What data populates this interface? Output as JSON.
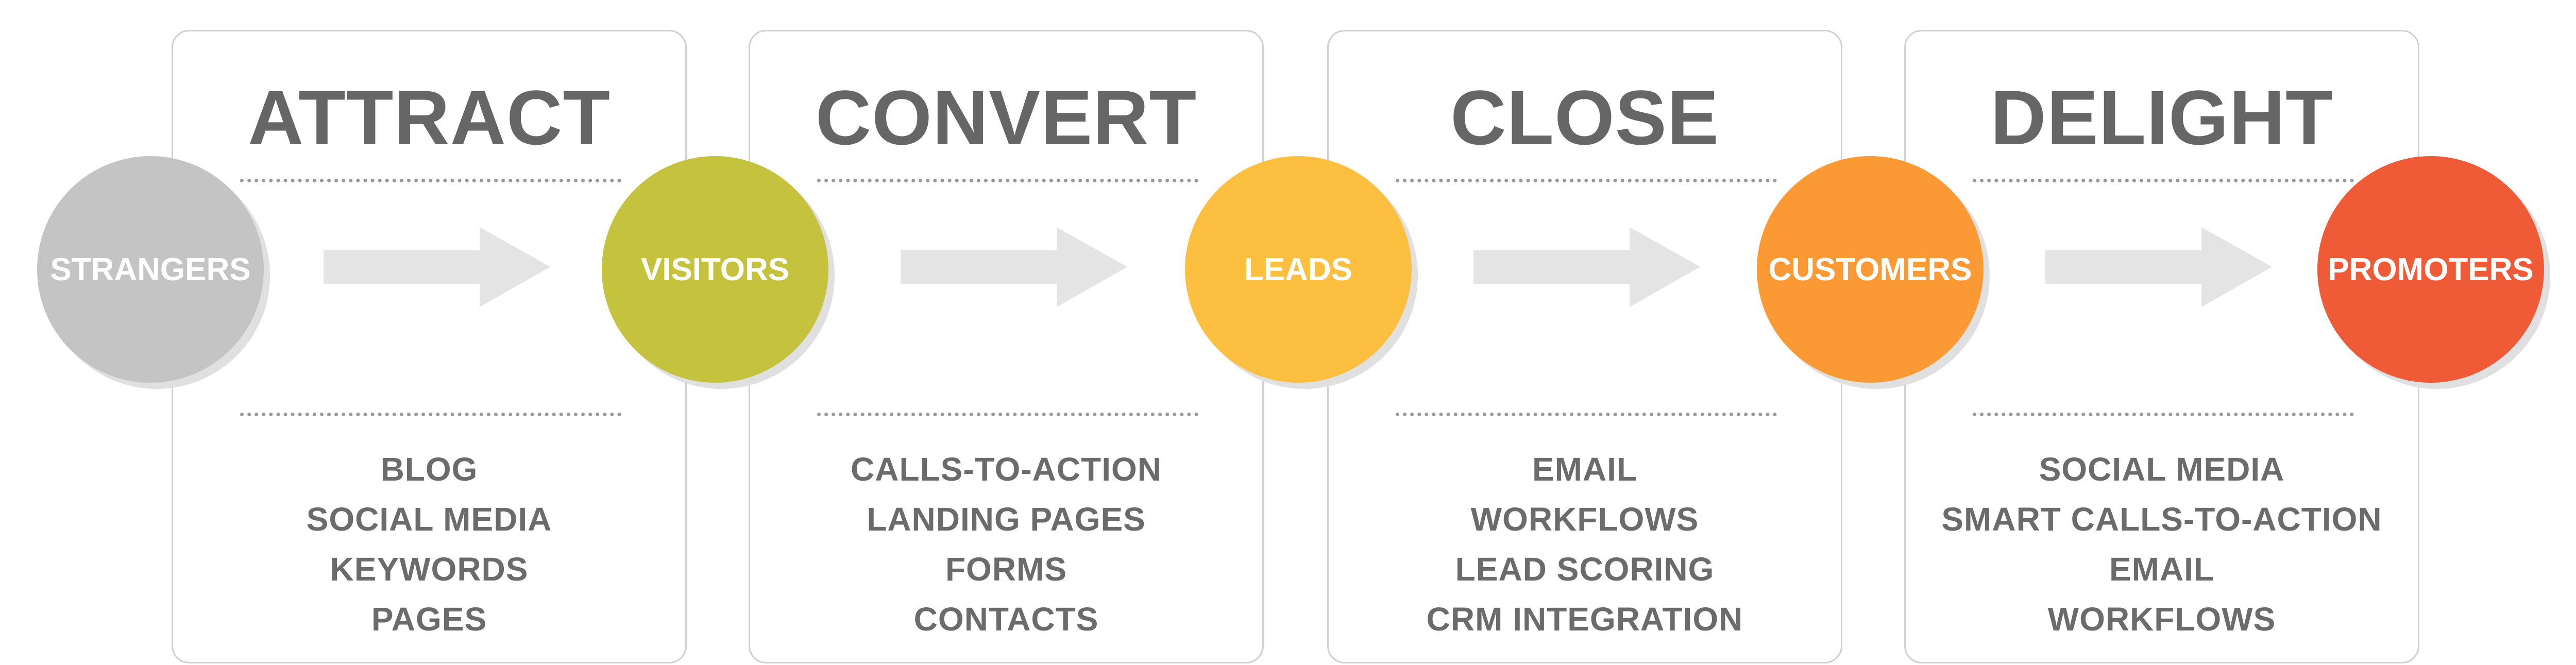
{
  "stages": [
    {
      "title": "ATTRACT",
      "tactics": [
        "BLOG",
        "SOCIAL MEDIA",
        "KEYWORDS",
        "PAGES"
      ]
    },
    {
      "title": "CONVERT",
      "tactics": [
        "CALLS-TO-ACTION",
        "LANDING PAGES",
        "FORMS",
        "CONTACTS"
      ]
    },
    {
      "title": "CLOSE",
      "tactics": [
        "EMAIL",
        "WORKFLOWS",
        "LEAD SCORING",
        "CRM INTEGRATION"
      ]
    },
    {
      "title": "DELIGHT",
      "tactics": [
        "SOCIAL MEDIA",
        "SMART CALLS-TO-ACTION",
        "EMAIL",
        "WORKFLOWS"
      ]
    }
  ],
  "audiences": [
    {
      "label": "STRANGERS",
      "color": "#c4c4c4"
    },
    {
      "label": "VISITORS",
      "color": "#c5c33d"
    },
    {
      "label": "LEADS",
      "color": "#fdbf3f"
    },
    {
      "label": "CUSTOMERS",
      "color": "#fb9a35"
    },
    {
      "label": "PROMOTERS",
      "color": "#ef5a37"
    }
  ],
  "arrow_color": "#e4e4e4",
  "text_color": "#666666"
}
